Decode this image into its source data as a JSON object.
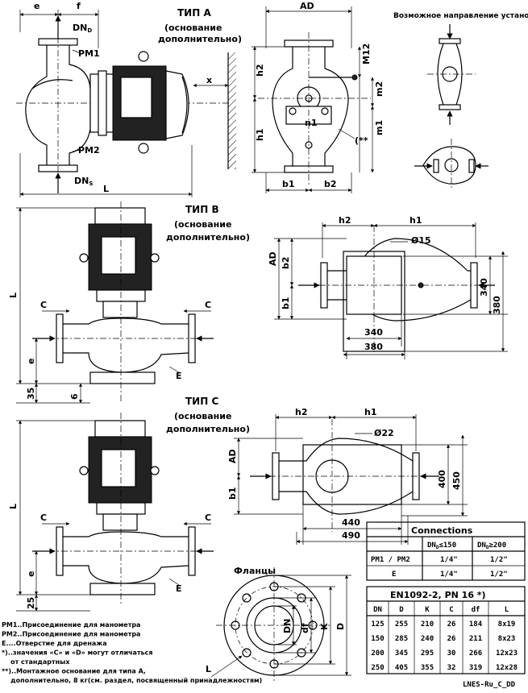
{
  "type_a": {
    "title": "ТИП A",
    "subtitle1": "(основание",
    "subtitle2": "дополнительно)"
  },
  "type_b": {
    "title": "ТИП B",
    "subtitle1": "(основание",
    "subtitle2": "дополнительно)"
  },
  "type_c": {
    "title": "ТИП C",
    "subtitle1": "(основание",
    "subtitle2": "дополнительно)"
  },
  "install_title": "Возможное направление установки",
  "flanges_title": "Фланцы",
  "labels": {
    "e": "e",
    "f": "f",
    "dnd": "DN",
    "dnd_sub": "D",
    "dns": "DN",
    "dns_sub": "S",
    "pm1": "PM1",
    "pm2": "PM2",
    "L": "L",
    "x": "x",
    "AD": "AD",
    "M12": "M12",
    "h1": "h1",
    "h2": "h2",
    "m1": "m1",
    "m2": "m2",
    "n1": "n1",
    "b1": "b1",
    "b2": "b2",
    "note_star": "(**",
    "C": "C",
    "E": "E",
    "d35": "35",
    "d6": "6",
    "d25": "25",
    "o15": "Ø15",
    "o22": "Ø22",
    "b_340v": "340",
    "b_380v": "380",
    "b_340h": "340",
    "b_380h": "380",
    "c_400v": "400",
    "c_450v": "450",
    "c_440h": "440",
    "c_490h": "490",
    "fl_DN": "DN",
    "fl_df": "df",
    "fl_K": "K",
    "fl_D": "D",
    "fl_L": "L"
  },
  "connections": {
    "title": "Connections",
    "col1": "DN",
    "col1_sub": "D",
    "col1_cond": "≤150",
    "col2": "DN",
    "col2_sub": "D",
    "col2_cond": "≥200",
    "rows": [
      {
        "label": "PM1 / PM2",
        "v1": "1/4\"",
        "v2": "1/2\""
      },
      {
        "label": "E",
        "v1": "1/4\"",
        "v2": "1/2\""
      }
    ]
  },
  "en_table": {
    "title": "EN1092-2, PN 16 *)",
    "headers": [
      "DN",
      "D",
      "K",
      "C",
      "df",
      "L"
    ],
    "rows": [
      [
        "125",
        "255",
        "210",
        "26",
        "184",
        "8x19"
      ],
      [
        "150",
        "285",
        "240",
        "26",
        "211",
        "8x23"
      ],
      [
        "200",
        "345",
        "295",
        "30",
        "266",
        "12x23"
      ],
      [
        "250",
        "405",
        "355",
        "32",
        "319",
        "12x28"
      ]
    ]
  },
  "legend": [
    "PM1..Присоединение для манометра",
    "PM2..Присоединение для манометра",
    "E....Отверстие для дренажа",
    "*)..значения «C» и «D» могут отличаться",
    "    от стандартных",
    "**)..Монтажное основание для типа A,",
    "    дополнительно, 8 кг(см. раздел, посвященный принадлежностям)"
  ],
  "code": "LNES-Ru_C_DD"
}
